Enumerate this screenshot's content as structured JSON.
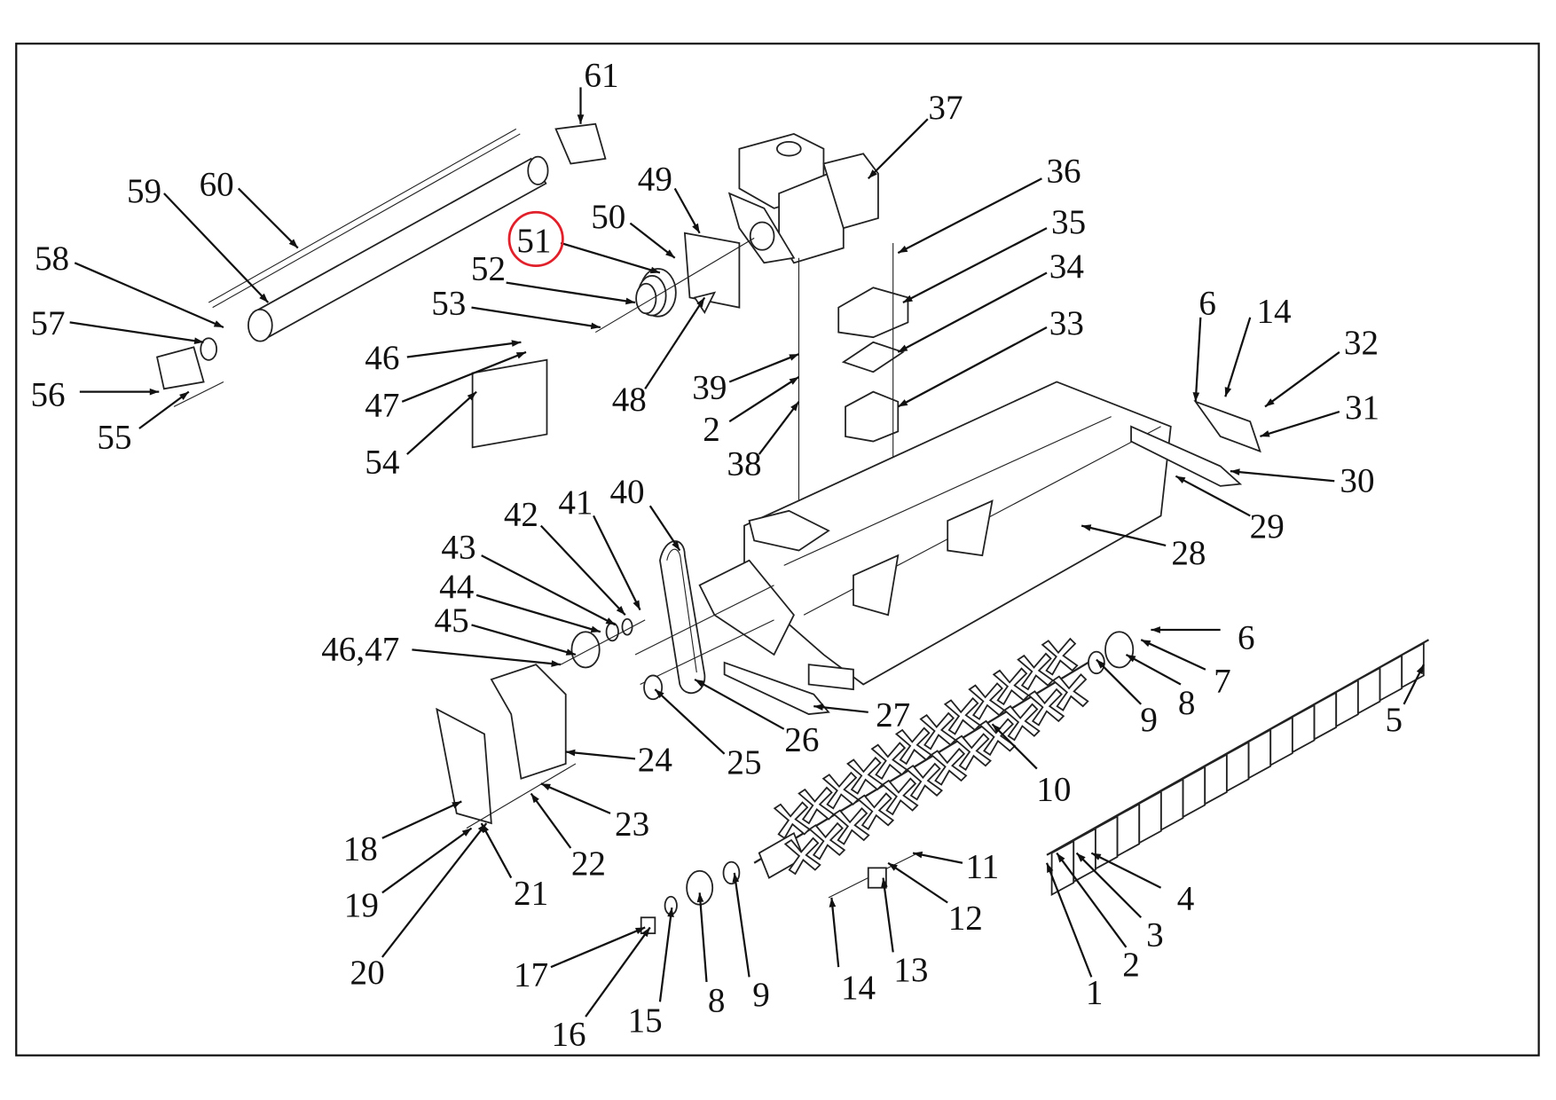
{
  "diagram": {
    "type": "exploded parts diagram",
    "highlight": {
      "label": "51",
      "color": "#e0202a"
    },
    "labels": [
      "61",
      "37",
      "60",
      "59",
      "49",
      "50",
      "51",
      "36",
      "35",
      "34",
      "52",
      "58",
      "53",
      "33",
      "6",
      "14",
      "32",
      "57",
      "46",
      "47",
      "39",
      "48",
      "56",
      "31",
      "2",
      "55",
      "54",
      "38",
      "30",
      "29",
      "42",
      "41",
      "40",
      "28",
      "43",
      "44",
      "45",
      "6",
      "46,47",
      "7",
      "8",
      "9",
      "5",
      "27",
      "26",
      "24",
      "25",
      "10",
      "23",
      "18",
      "22",
      "11",
      "4",
      "21",
      "19",
      "12",
      "3",
      "2",
      "20",
      "13",
      "17",
      "1",
      "14",
      "9",
      "8",
      "15",
      "16"
    ]
  }
}
